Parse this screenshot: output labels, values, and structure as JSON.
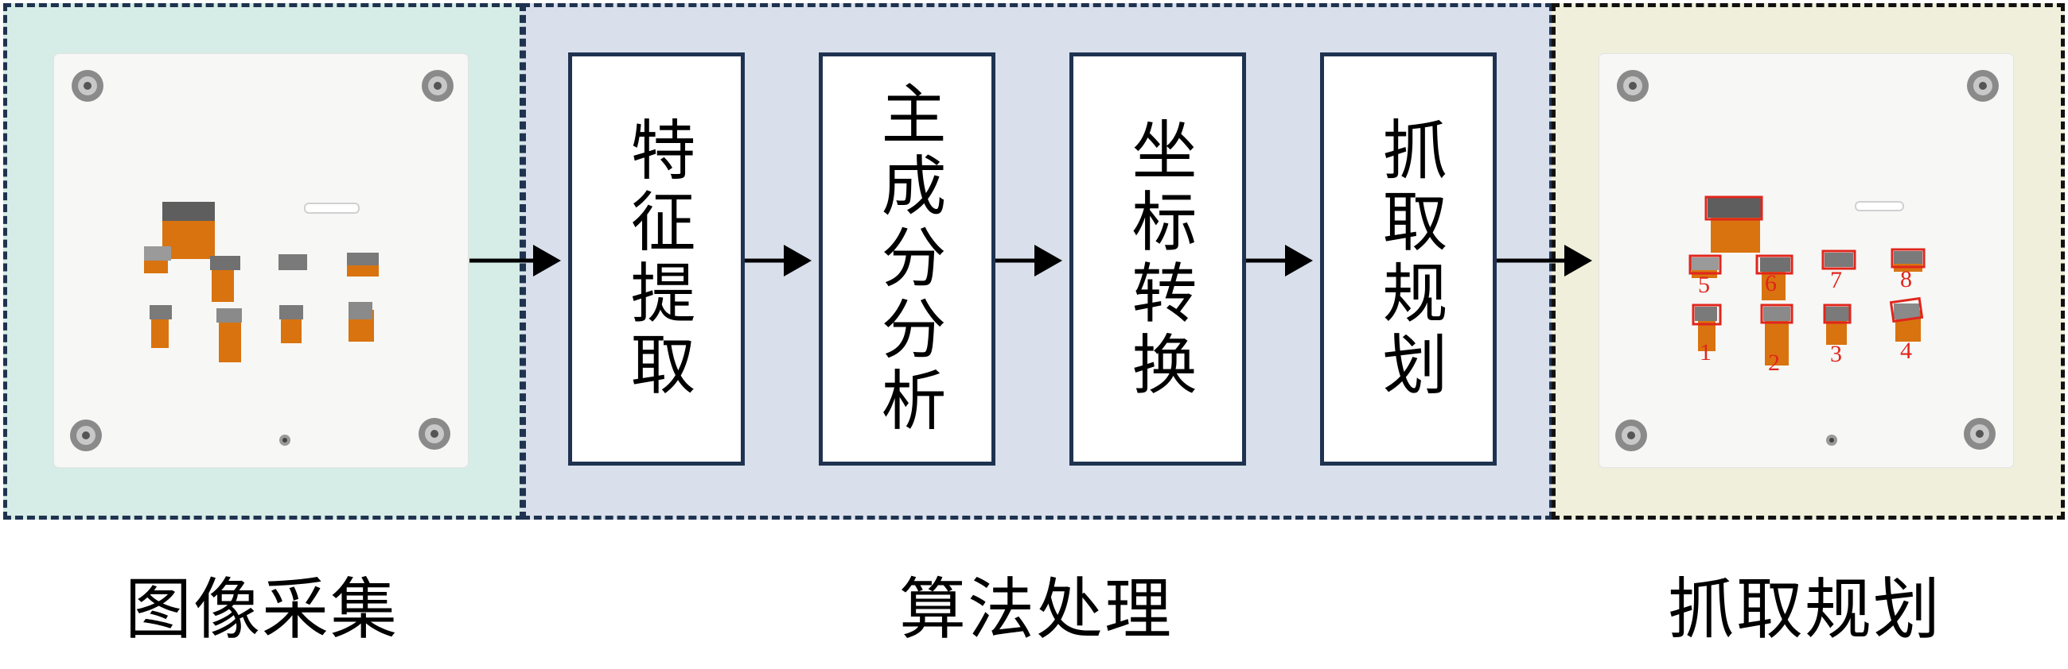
{
  "stages": [
    {
      "caption": "图像采集"
    },
    {
      "caption": "算法处理"
    },
    {
      "caption": "抓取规划"
    }
  ],
  "steps": [
    "特征提取",
    "主成分分析",
    "坐标转换",
    "抓取规划"
  ],
  "part_labels": [
    "1",
    "2",
    "3",
    "4",
    "5",
    "6",
    "7",
    "8"
  ],
  "colors": {
    "acq_bg": "#d6ece6",
    "alg_bg": "#d9e0ec",
    "grab_bg": "#efefdb",
    "border": "#1f3350",
    "detection": "#e0261c",
    "flex_cable": "#d9730f"
  }
}
